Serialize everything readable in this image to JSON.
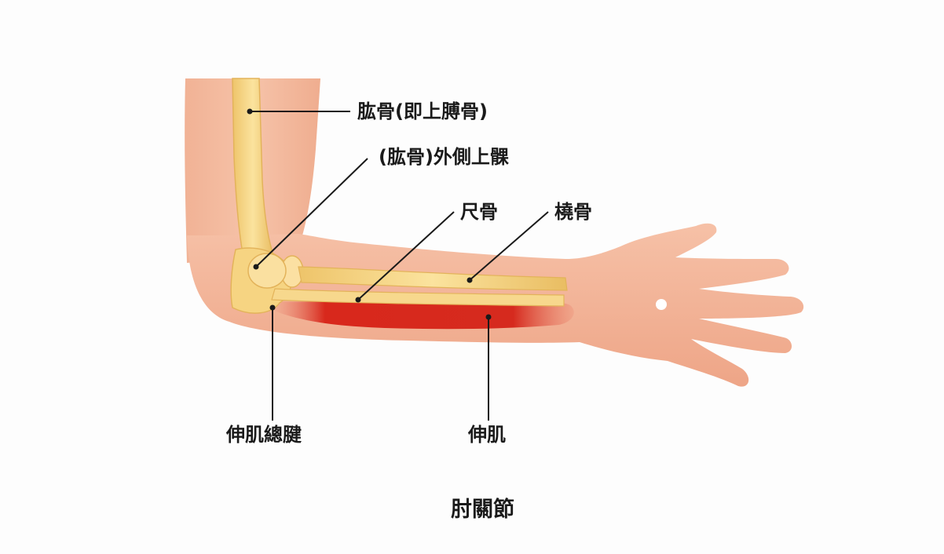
{
  "title": "肘關節",
  "labels": {
    "humerus": "肱骨(即上膊骨)",
    "lateral_epicondyle": "(肱骨)外側上髁",
    "ulna": "尺骨",
    "radius": "橈骨",
    "common_extensor_tendon": "伸肌總腱",
    "extensor_muscle": "伸肌"
  },
  "colors": {
    "skin": "#f4b79a",
    "skin_shadow": "#e8a07f",
    "bone": "#f6d27e",
    "bone_edge": "#e6b65c",
    "muscle": "#d8281c",
    "leader": "#1a1a1a"
  }
}
